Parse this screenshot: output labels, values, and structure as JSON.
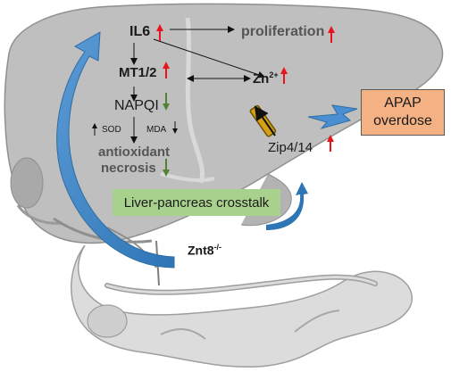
{
  "labels": {
    "il6": "IL6",
    "proliferation": "proliferation",
    "mt12": "MT1/2",
    "zn": "Zn",
    "zn_sup": "2+",
    "napqi": "NAPQI",
    "sod": "SOD",
    "mda": "MDA",
    "antioxidant": "antioxidant",
    "necrosis": "necrosis",
    "zip": "Zip4/14",
    "crosstalk": "Liver-pancreas crosstalk",
    "znt8": "Znt8",
    "znt8_sup": "-/-",
    "apap_line1": "APAP",
    "apap_line2": "overdose"
  },
  "colors": {
    "liver": "#bdbdbd",
    "liver_shadow": "#a6a6a6",
    "pancreas": "#d9d9d9",
    "up_arrow": "#e8141b",
    "down_arrow": "#548235",
    "blue_arrow": "#2e75b6",
    "crosstalk_box": "#a9d18e",
    "apap_box": "#f4b183",
    "transporter": "#d4a017"
  }
}
